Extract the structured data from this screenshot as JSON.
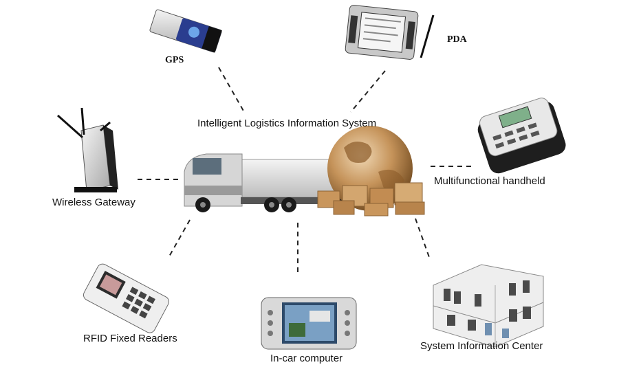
{
  "center": {
    "title": "Intelligent Logistics Information System"
  },
  "nodes": {
    "gps": "GPS",
    "pda": "PDA",
    "wireless_gateway": "Wireless Gateway",
    "multifunctional_handheld": "Multifunctional handheld",
    "rfid_fixed_readers": "RFID Fixed Readers",
    "in_car_computer": "In-car computer",
    "system_information_center": "System Information Center"
  },
  "colors": {
    "connector": "#222222",
    "device_dark": "#2a2a2a",
    "device_light": "#e6e6e6",
    "globe": "#b88650",
    "truck_cab": "#dcdcdc",
    "boxes": "#c79a63"
  }
}
